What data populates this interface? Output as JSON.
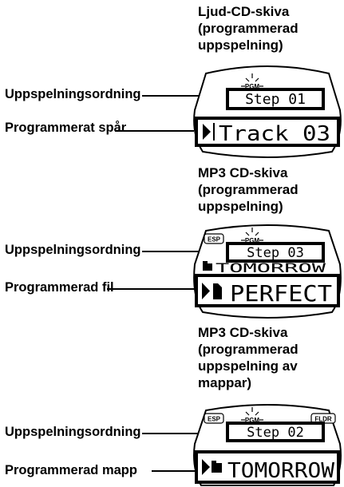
{
  "sections": [
    {
      "heading": "Ljud-CD-skiva\n(programmerad\nuppspelning)",
      "label_order": "Uppspelningsordning",
      "label_item": "Programmerat spår",
      "pgm": "PGM",
      "step_text": "Step 01",
      "item_text": "Track  03",
      "play_icon": "play-icon"
    },
    {
      "heading": "MP3 CD-skiva\n(programmerad\nuppspelning)",
      "label_order": "Uppspelningsordning",
      "label_item": "Programmerad fil",
      "esp": "ESP",
      "pgm": "PGM",
      "step_text": "Step 03",
      "folder_text": "TOMORROW",
      "item_text": "PERFECT",
      "play_icon": "play-icon",
      "file_icon": "file-icon",
      "folder_icon": "folder-icon"
    },
    {
      "heading": "MP3 CD-skiva\n(programmerad\nuppspelning av\nmappar)",
      "label_order": "Uppspelningsordning",
      "label_item": "Programmerad mapp",
      "esp": "ESP",
      "pgm": "PGM",
      "fldr": "FLDR",
      "step_text": "Step 02",
      "item_text": "TOMORROW",
      "play_icon": "play-icon",
      "folder_icon": "folder-icon"
    }
  ]
}
